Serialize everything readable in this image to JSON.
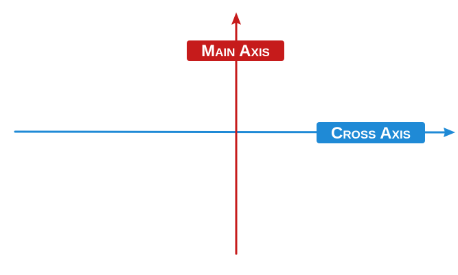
{
  "diagram": {
    "main_axis": {
      "label": "Main Axis",
      "color": "#c61b1b",
      "direction": "up"
    },
    "cross_axis": {
      "label": "Cross Axis",
      "color": "#1f8ad6",
      "direction": "right"
    }
  }
}
